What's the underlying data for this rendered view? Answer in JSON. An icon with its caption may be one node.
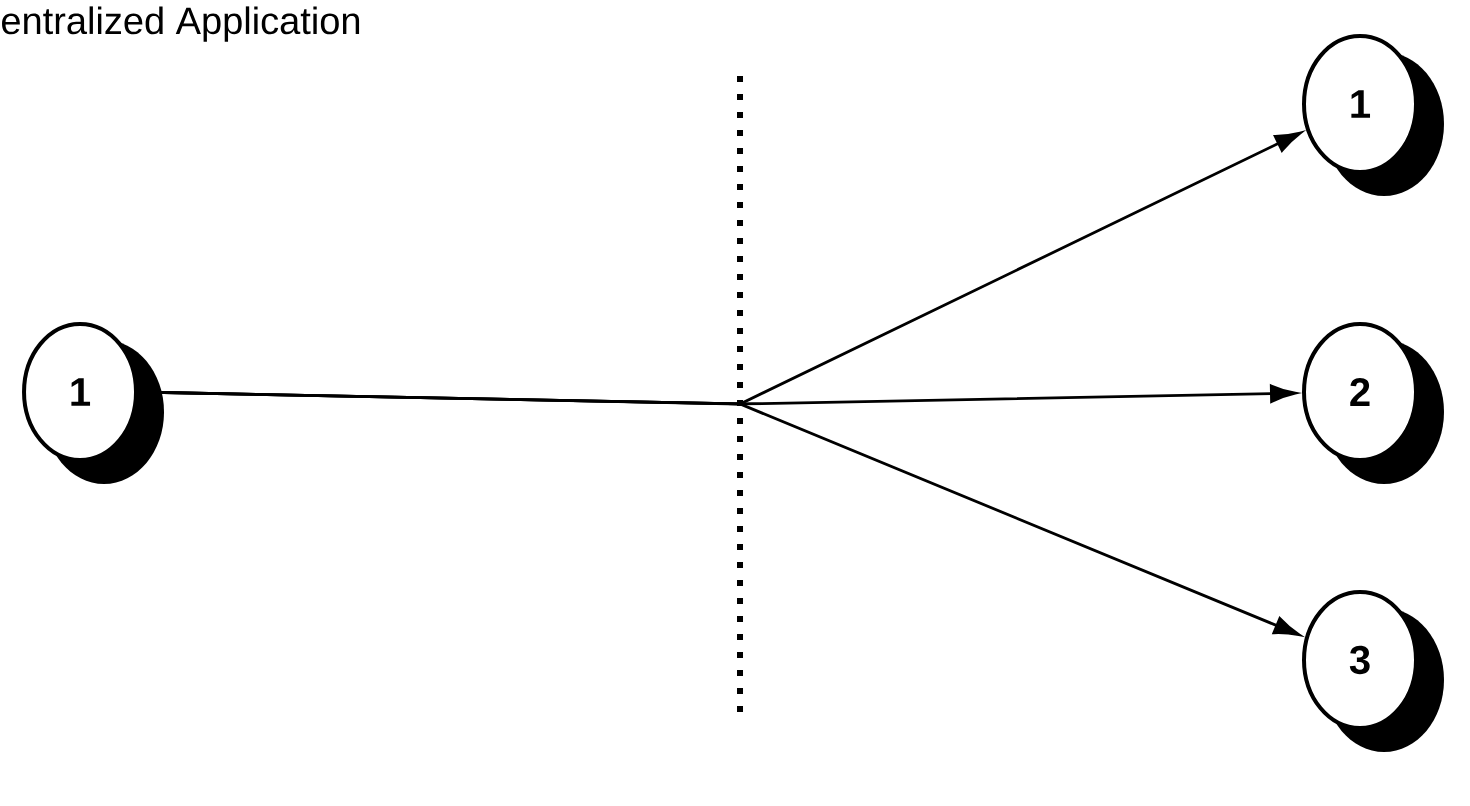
{
  "diagram": {
    "title": "entralized Application",
    "nodes": [
      {
        "text": [
          "1"
        ]
      },
      {
        "text": [
          "1"
        ]
      },
      {
        "text": [
          "2"
        ]
      },
      {
        "text": [
          "3"
        ]
      }
    ],
    "edges": [
      {
        "from": 0,
        "to": 1,
        "arrow": "to"
      },
      {
        "from": 0,
        "to": 2,
        "arrow": "to"
      },
      {
        "from": 0,
        "to": 3,
        "arrow": "to"
      }
    ]
  }
}
